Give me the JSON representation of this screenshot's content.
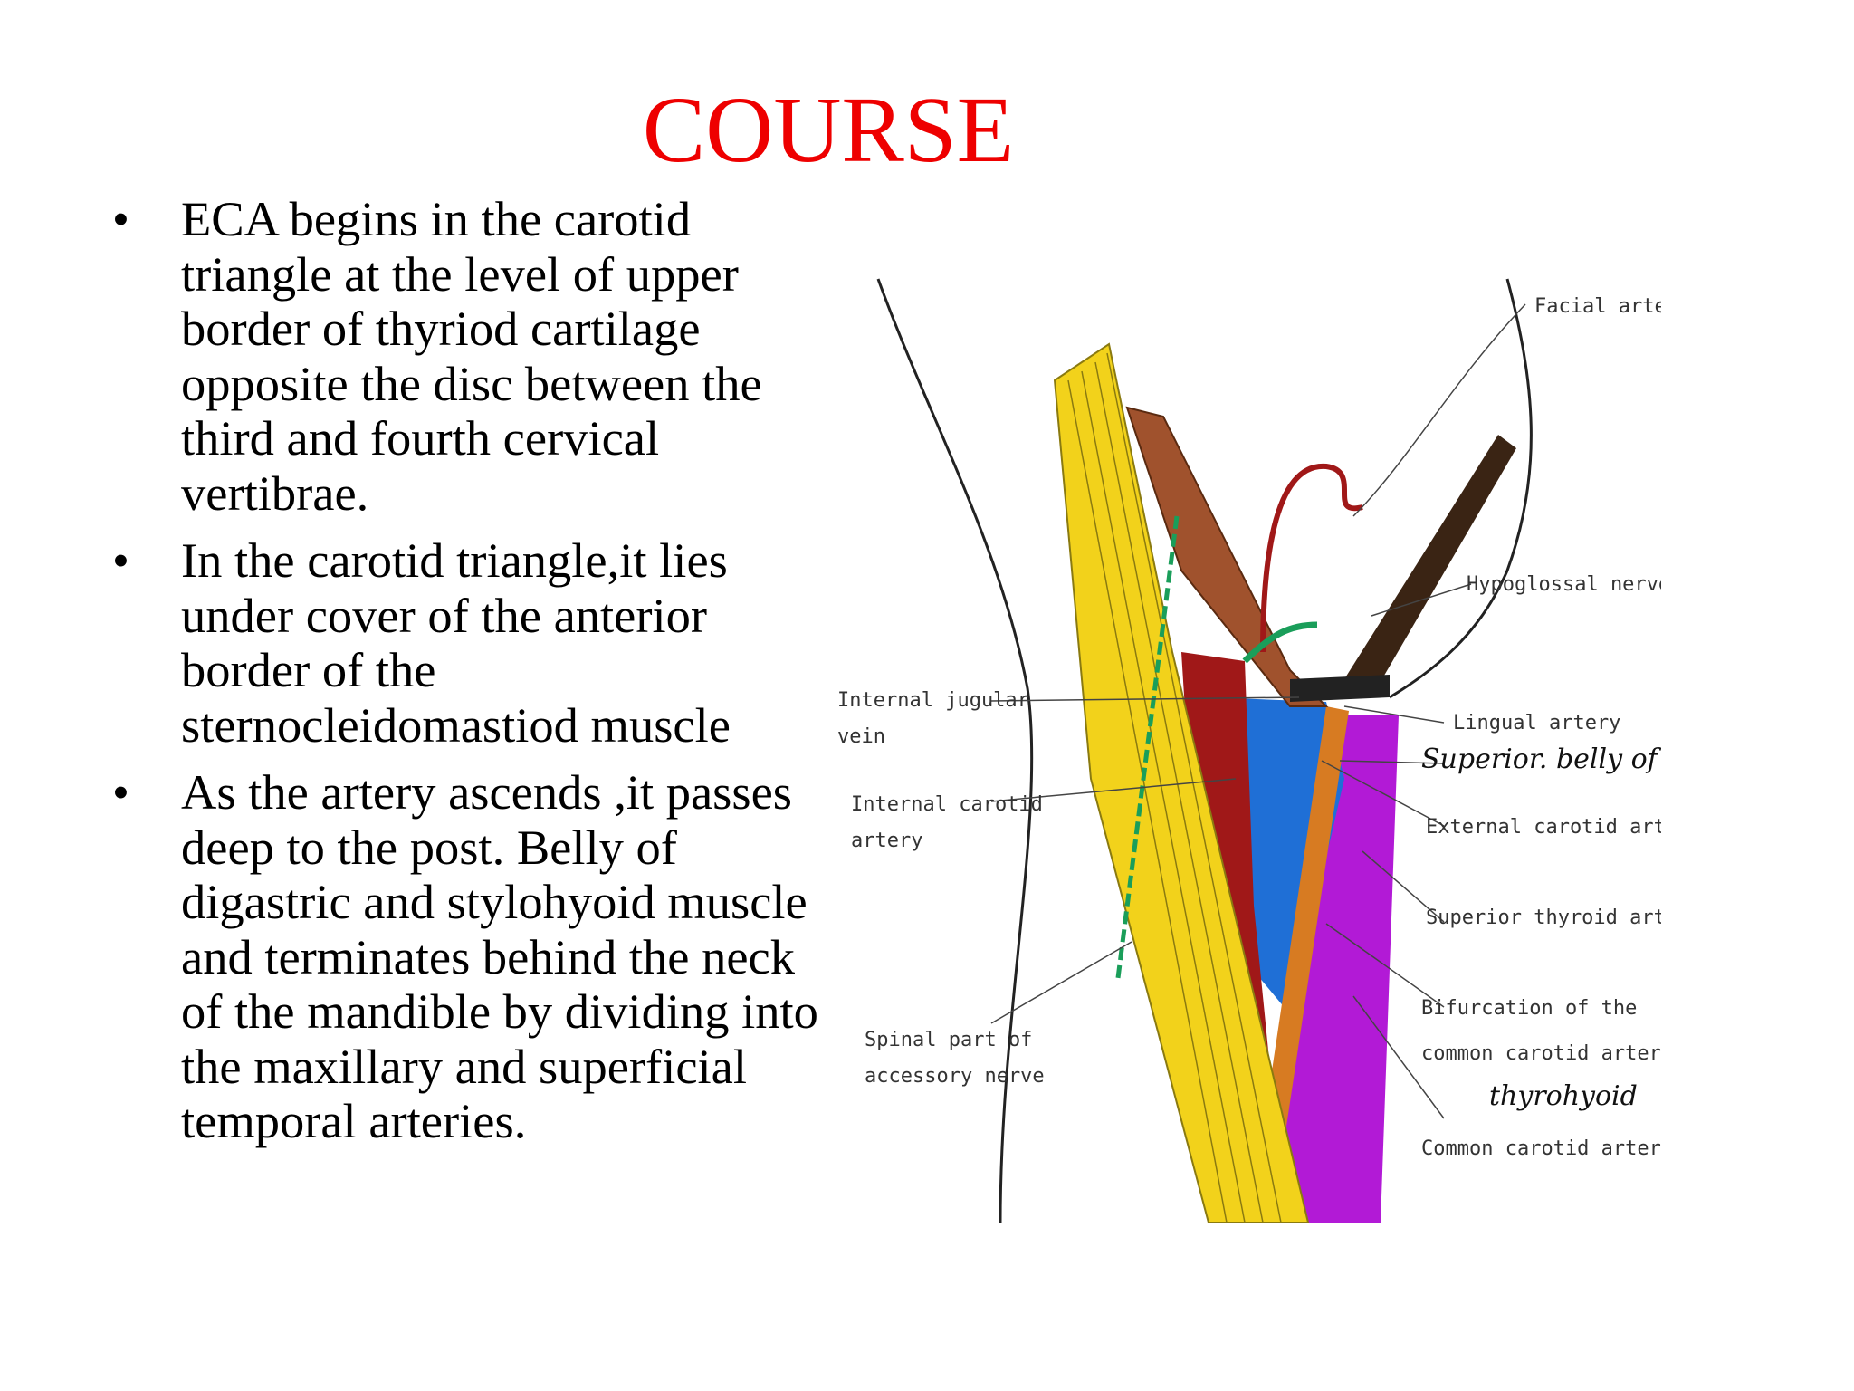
{
  "slide": {
    "title": "COURSE",
    "bullets": [
      {
        "marker": "•",
        "text": " ECA begins in the carotid triangle at the level of upper border of thyriod cartilage opposite the disc between the third and fourth cervical vertibrae."
      },
      {
        "marker": "•",
        "text": "In the carotid triangle,it lies under cover of the anterior border of the sternocleidomastiod muscle"
      },
      {
        "marker": "•",
        "text": "As the artery ascends ,it passes deep to the post. Belly of digastric and stylohyoid muscle  and terminates behind the neck of the mandible by dividing into the maxillary and superficial temporal arteries."
      }
    ]
  },
  "figure": {
    "labels": {
      "facial_artery": "Facial artery",
      "hypoglossal_nerve": "Hypoglossal nerve",
      "internal_jugular_1": "Internal jugular",
      "internal_jugular_2": "vein",
      "lingual_artery": "Lingual artery",
      "superior_belly": "Superior. belly of omohyoid",
      "internal_carotid_1": "Internal carotid",
      "internal_carotid_2": "artery",
      "external_carotid": "External carotid artery",
      "superior_thyroid": "Superior thyroid artery",
      "bifurcation_1": "Bifurcation of the",
      "bifurcation_2": "common carotid artery",
      "thyrohyoid": "thyrohyoid",
      "spinal_part_1": "Spinal part of",
      "spinal_part_2": "accessory nerve",
      "common_carotid": "Common carotid artery"
    },
    "colors": {
      "sternocleidomastoid": "#f2d21b",
      "jugular_vein": "#1f6fd6",
      "artery": "#a01818",
      "omohyoid": "#d77b22",
      "thyrohyoid_muscle": "#b21ad6",
      "digastric": "#a0522d",
      "stylohyoid": "#3a2414",
      "nerve": "#1a9e5a",
      "title": "#ee0000"
    }
  }
}
